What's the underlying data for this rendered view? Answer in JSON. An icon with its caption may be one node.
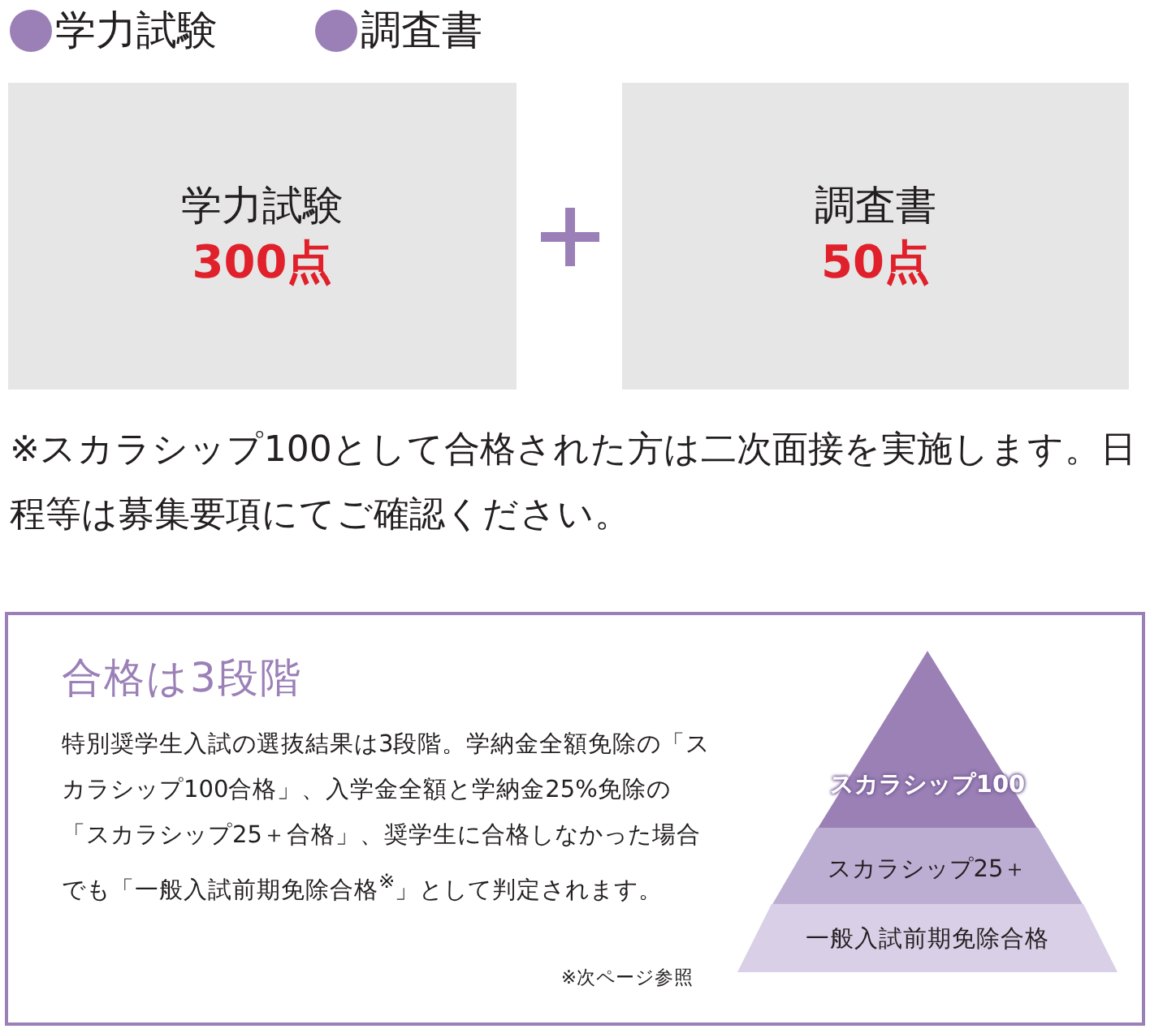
{
  "diagram": {
    "nodes": [
      {
        "text": [
          "学力試験",
          "300点"
        ]
      },
      {
        "text": [
          "調査書",
          "50点"
        ]
      },
      {
        "text": [
          "合格は3段階",
          "特別奨学生入試の選抜結果は3段階。学納金全額免除の「スカラシップ100合格」、入学金全額と学納金25%免除の「スカラシップ25＋合格」、奨学生に合格しなかった場合でも「一般入試前期免除合格$^{※}$」として判定されます。",
          "※次ページ参照"
        ]
      },
      {
        "text": [
          "スカラシップ100"
        ],
        "in": 2
      },
      {
        "text": [
          "スカラシップ25＋"
        ],
        "in": 2
      },
      {
        "text": [
          "一般入試前期免除合格"
        ],
        "in": 2
      }
    ],
    "labels": [
      "学力試験",
      "調査書",
      "※スカラシップ100として合格された方は二次面接を実施します。日程等は募集要項にてご確認ください。"
    ]
  }
}
